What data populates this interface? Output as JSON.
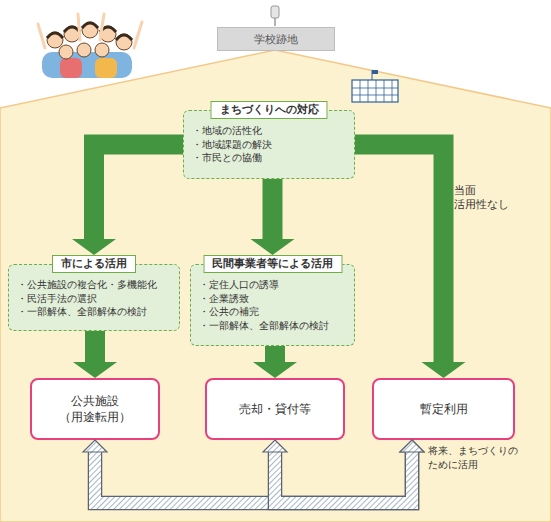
{
  "diagram": {
    "nodes": [
      {
        "text": [
          "学校跡地"
        ]
      },
      {
        "text": [
          "まちづくりへの対応",
          "・地域の活性化",
          "・地域課題の解決",
          "・市民との協働"
        ]
      },
      {
        "text": [
          "市による活用",
          "・公共施設の複合化・多機能化",
          "・民活手法の選択",
          "・一部解体、全部解体の検討"
        ]
      },
      {
        "text": [
          "民間事業者等による活用",
          "・定住人口の誘導",
          "・企業誘致",
          "・公共の補完",
          "・一部解体、全部解体の検討"
        ]
      },
      {
        "text": [
          "公共施設 （用途転用）"
        ]
      },
      {
        "text": [
          "売却・貸付等"
        ]
      },
      {
        "text": [
          "暫定利用"
        ]
      }
    ],
    "edges": [
      {
        "from": 1,
        "to": 2,
        "arrow": "to"
      },
      {
        "from": 1,
        "to": 3,
        "arrow": "to"
      },
      {
        "from": 1,
        "to": 6,
        "arrow": "to",
        "label": "当面 活用性なし"
      },
      {
        "from": 2,
        "to": 4,
        "arrow": "to"
      },
      {
        "from": 3,
        "to": 5,
        "arrow": "to"
      },
      {
        "from": 6,
        "to": 4,
        "arrow": "both"
      },
      {
        "from": 6,
        "to": 5,
        "arrow": "both"
      }
    ],
    "labels": [
      "将来、まちづくりの ために活用"
    ]
  }
}
